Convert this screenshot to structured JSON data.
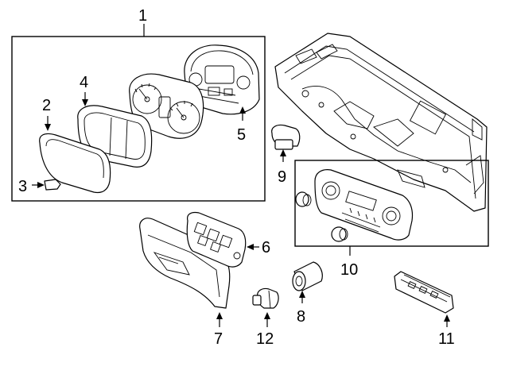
{
  "diagram": {
    "callouts": {
      "c1": "1",
      "c2": "2",
      "c3": "3",
      "c4": "4",
      "c5": "5",
      "c6": "6",
      "c7": "7",
      "c8": "8",
      "c9": "9",
      "c10": "10",
      "c11": "11",
      "c12": "12"
    },
    "parts": [
      {
        "ref": "1",
        "name": "instrument-cluster-assembly"
      },
      {
        "ref": "2",
        "name": "cluster-lens"
      },
      {
        "ref": "3",
        "name": "small-clip"
      },
      {
        "ref": "4",
        "name": "cluster-bezel"
      },
      {
        "ref": "5",
        "name": "cluster-housing-back"
      },
      {
        "ref": "6",
        "name": "switch-panel"
      },
      {
        "ref": "7",
        "name": "lower-trim-panel"
      },
      {
        "ref": "8",
        "name": "round-switch"
      },
      {
        "ref": "9",
        "name": "sensor"
      },
      {
        "ref": "10",
        "name": "climate-control-unit"
      },
      {
        "ref": "11",
        "name": "switch-strip"
      },
      {
        "ref": "12",
        "name": "bulb-socket"
      }
    ]
  }
}
